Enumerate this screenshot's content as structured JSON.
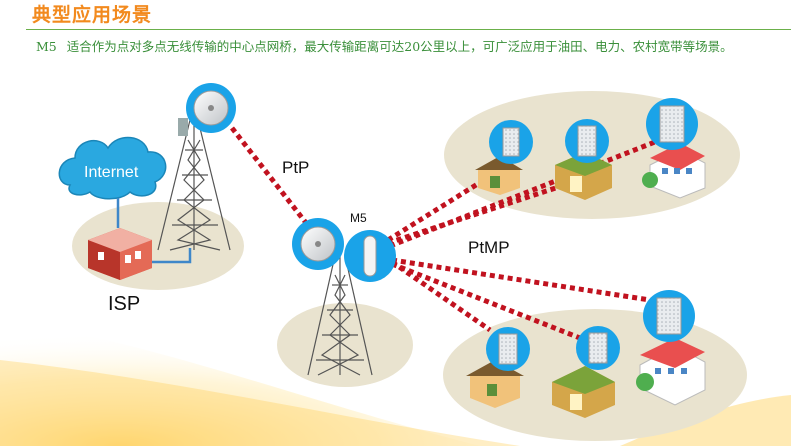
{
  "page": {
    "title": "典型应用场景",
    "description_tag": "M5",
    "description": "适合作为点对多点无线传输的中心点网桥，最大传输距离可达20公里以上，可广泛应用于油田、电力、农村宽带等场景。"
  },
  "diagram": {
    "label_ptp": "PtP",
    "label_ptmp": "PtMP",
    "label_m5": "M5",
    "label_isp": "ISP",
    "label_internet": "Internet"
  },
  "colors": {
    "title": "#f28a1e",
    "rule": "#6bb04a",
    "description": "#3a8f3a",
    "link": "#c1121f",
    "cloud": "#2aa8e0",
    "badge": "#1aa3e8",
    "ground": "#e9e3cf"
  }
}
